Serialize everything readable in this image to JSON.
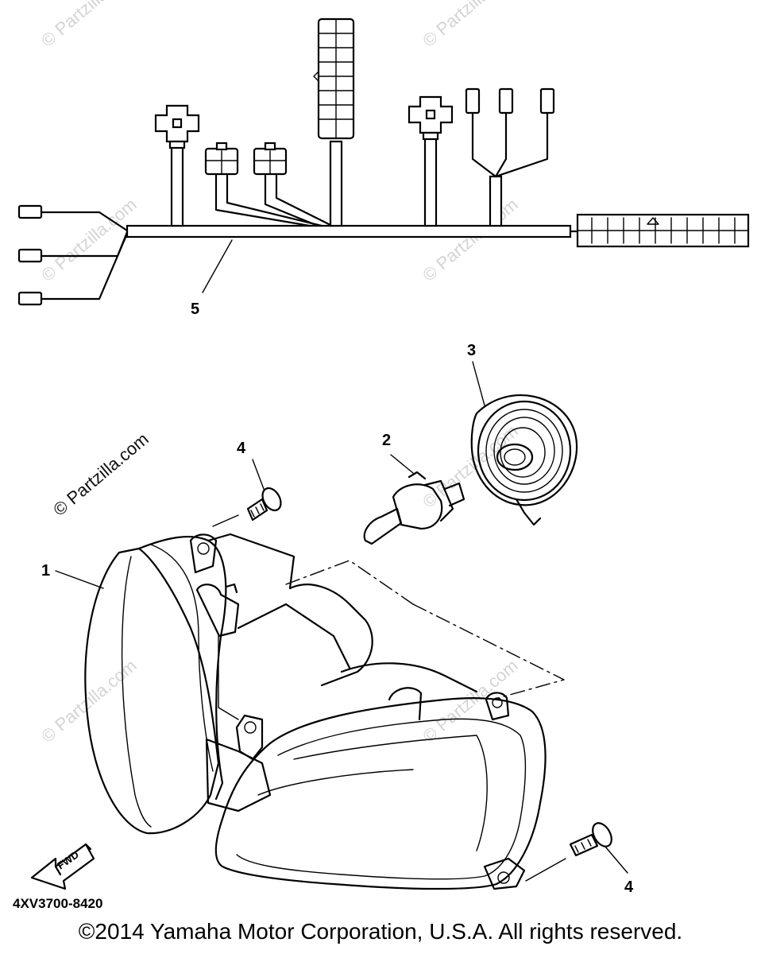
{
  "callouts": {
    "headlight_assy": "1",
    "bulb": "2",
    "bulb_cover": "3",
    "screw_top": "4",
    "screw_bottom": "4",
    "wire_harness": "5"
  },
  "diagram_code": "4XV3700-8420",
  "fwd_label": "FWD",
  "watermark_text": "© Partzilla.com",
  "copyright": "©2014  Yamaha Motor Corporation, U.S.A. All rights reserved."
}
